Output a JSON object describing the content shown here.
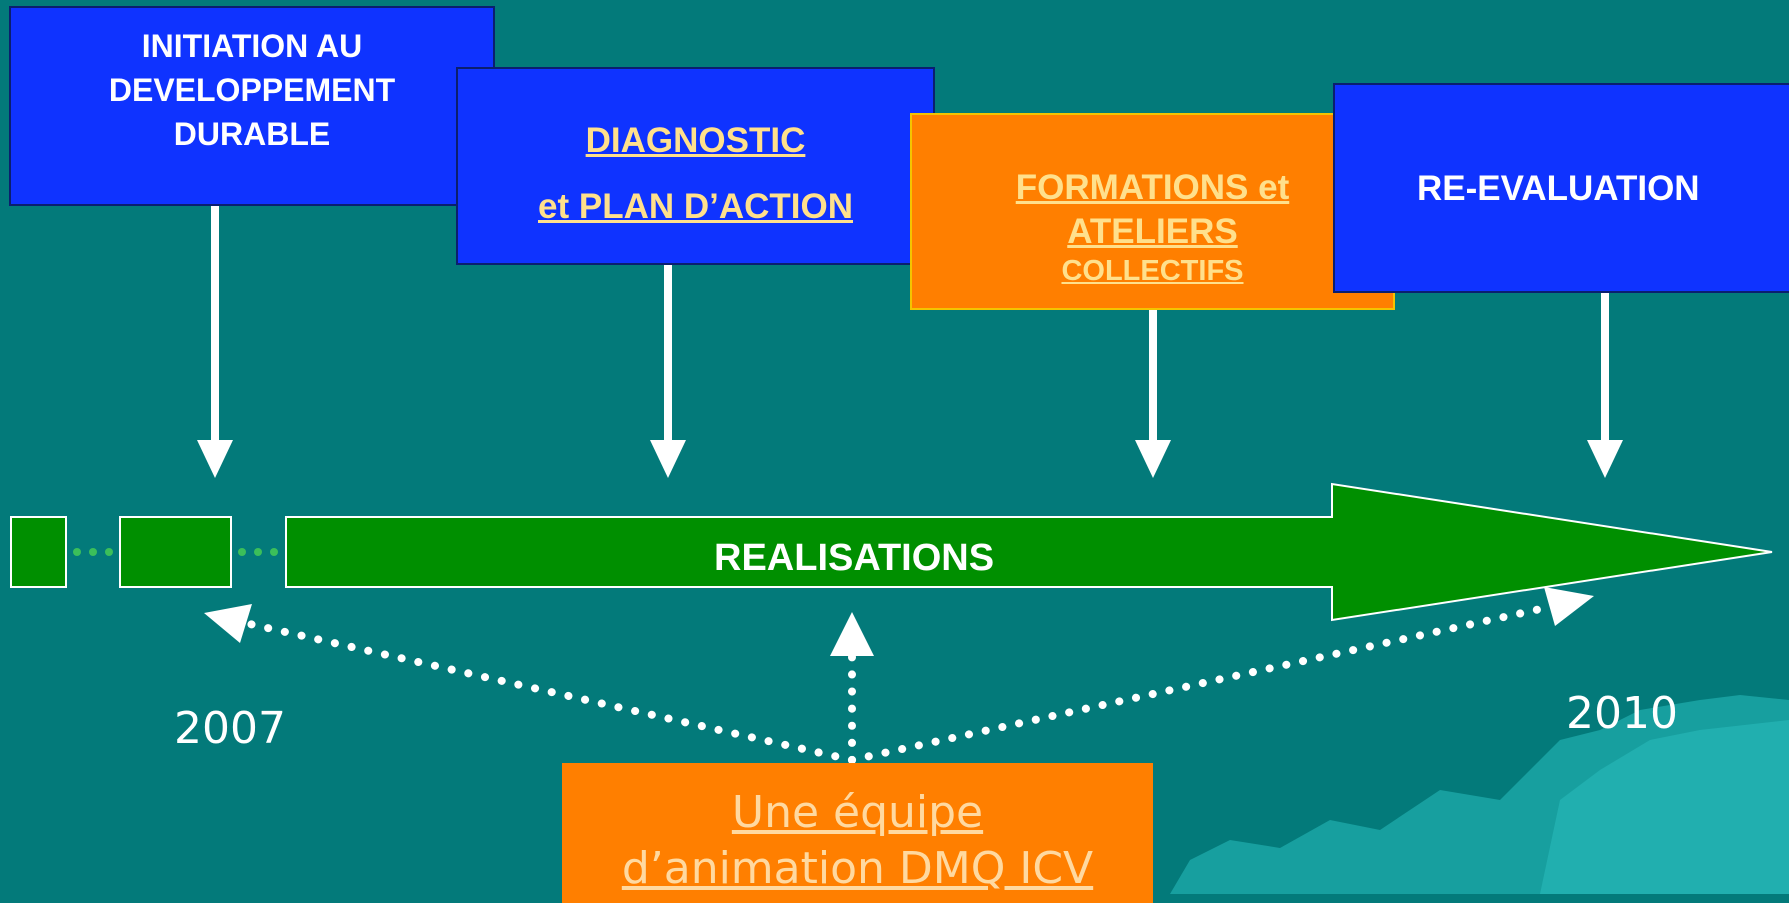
{
  "boxes": {
    "initiation": {
      "line1": "INITIATION AU",
      "line2": "DEVELOPPEMENT",
      "line3": "DURABLE"
    },
    "diagnostic": {
      "line1": "DIAGNOSTIC",
      "line2": "et PLAN D’ACTION"
    },
    "formations": {
      "line1": "FORMATIONS et",
      "line2": "ATELIERS",
      "line3": "COLLECTIFS"
    },
    "reevaluation": {
      "label": "RE-EVALUATION"
    }
  },
  "timeline": {
    "label": "REALISATIONS",
    "start_year": "2007",
    "end_year": "2010"
  },
  "team": {
    "line1": "Une équipe",
    "line2": "d’animation DMQ ICV"
  },
  "colors": {
    "background": "#037a7a",
    "blue": "#0f33ff",
    "orange": "#ff7f00",
    "green": "#008f00",
    "link_text": "#ffe08c"
  }
}
